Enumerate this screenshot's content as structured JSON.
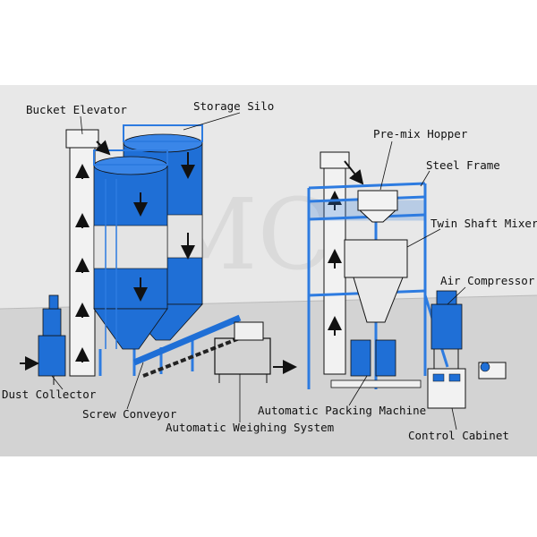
{
  "labels": {
    "bucket_elevator": "Bucket Elevator",
    "storage_silo": "Storage Silo",
    "premix_hopper": "Pre-mix Hopper",
    "steel_frame": "Steel Frame",
    "twin_shaft_mixer": "Twin Shaft Mixer",
    "air_compressor": "Air Compressor",
    "dust_collector": "Dust Collector",
    "screw_conveyor": "Screw Conveyor",
    "automatic_packing_machine": "Automatic Packing Machine",
    "automatic_weighing_system": "Automatic Weighing System",
    "control_cabinet": "Control Cabinet"
  },
  "colors": {
    "equipment_blue": "#1f6fd6",
    "frame_blue": "#2d7be0",
    "silo_band": "#e4e4e4",
    "floor": "#d2d2d2",
    "wall": "#e6e6e6",
    "outline": "#111111"
  }
}
